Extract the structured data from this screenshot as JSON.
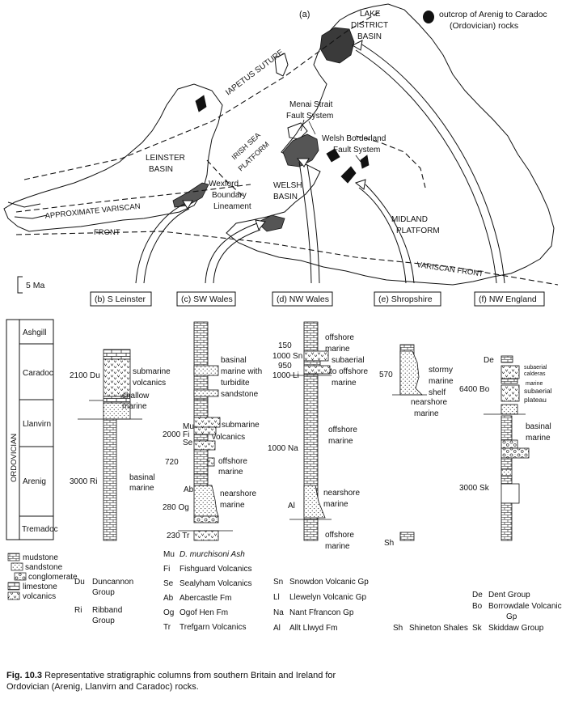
{
  "panel_label": "(a)",
  "map": {
    "legend_text": [
      "outcrop of Arenig to Caradoc",
      "(Ordovician) rocks"
    ],
    "labels": {
      "lake_district": [
        "LAKE",
        "DISTRICT",
        "BASIN"
      ],
      "iapetus": "IAPETUS SUTURE",
      "menai": [
        "Menai Strait",
        "Fault System"
      ],
      "welsh_borderland": [
        "Welsh Borderland",
        "Fault System"
      ],
      "irish_sea": [
        "IRISH SEA",
        "PLATFORM"
      ],
      "leinster": [
        "LEINSTER",
        "BASIN"
      ],
      "wexford": [
        "Wexford",
        "Boundary",
        "Lineament"
      ],
      "welsh_basin": [
        "WELSH",
        "BASIN"
      ],
      "approx_variscan": "APPROXIMATE VARISCAN",
      "front": "FRONT",
      "midland": [
        "MIDLAND",
        "PLATFORM"
      ],
      "variscan_front": "VARISCAN FRONT"
    }
  },
  "scale_label": "5 Ma",
  "column_boxes": [
    "(b) S Leinster",
    "(c) SW Wales",
    "(d) NW Wales",
    "(e) Shropshire",
    "(f) NW England"
  ],
  "stratigraphy": {
    "system": "ORDOVICIAN",
    "stages": [
      "Ashgill",
      "Caradoc",
      "Llanvirn",
      "Arenig",
      "Tremadoc"
    ]
  },
  "columns": {
    "b": {
      "thicknesses": [
        "2100 Du",
        "3000 Ri"
      ],
      "notes": [
        [
          "submarine",
          "volcanics"
        ],
        [
          "shallow",
          "marine"
        ],
        [
          "basinal",
          "marine"
        ]
      ]
    },
    "c": {
      "thicknesses": [
        "Mu",
        "2000 Fi",
        "Se",
        "720",
        "Ab",
        "280 Og",
        "230 Tr"
      ],
      "notes": [
        [
          "basinal",
          "marine with",
          "turbidite",
          "sandstone"
        ],
        [
          "submarine",
          "volcanics"
        ],
        [
          "offshore",
          "marine"
        ],
        [
          "nearshore",
          "marine"
        ]
      ]
    },
    "d": {
      "thicknesses": [
        "150",
        "1000 Sn",
        "950",
        "1000 Li",
        "1000 Na",
        "Al"
      ],
      "notes": [
        [
          "offshore",
          "marine"
        ],
        [
          "subaerial",
          "to offshore",
          "marine"
        ],
        [
          "offshore",
          "marine"
        ],
        [
          "nearshore",
          "marine"
        ],
        [
          "offshore",
          "marine"
        ]
      ]
    },
    "e": {
      "thicknesses": [
        "570",
        "Sh"
      ],
      "notes": [
        [
          "stormy",
          "marine",
          "shelf"
        ],
        [
          "nearshore",
          "marine"
        ]
      ]
    },
    "f": {
      "thicknesses": [
        "De",
        "6400 Bo",
        "3000 Sk"
      ],
      "notes": [
        [
          "subaerial",
          "calderas",
          "marine"
        ],
        [
          "subaerial",
          "plateau"
        ],
        [
          "basinal",
          "marine"
        ]
      ]
    }
  },
  "lithology_legend": [
    "mudstone",
    "sandstone",
    "conglomerate",
    "limestone",
    "volcanics"
  ],
  "abbrev_key": {
    "b": [
      [
        "Du",
        "Duncannon"
      ],
      [
        "",
        "Group"
      ],
      [
        "Ri",
        "Ribband"
      ],
      [
        "",
        "Group"
      ]
    ],
    "c": [
      [
        "Mu",
        "D. murchisoni Ash"
      ],
      [
        "Fi",
        "Fishguard Volcanics"
      ],
      [
        "Se",
        "Sealyham Volcanics"
      ],
      [
        "Ab",
        "Abercastle Fm"
      ],
      [
        "Og",
        "Ogof Hen Fm"
      ],
      [
        "Tr",
        "Trefgarn Volcanics"
      ]
    ],
    "d": [
      [
        "Sn",
        "Snowdon Volcanic Gp"
      ],
      [
        "Ll",
        "Llewelyn Volcanic Gp"
      ],
      [
        "Na",
        "Nant Ffrancon Gp"
      ],
      [
        "Al",
        "Allt Llwyd Fm"
      ]
    ],
    "e": [
      [
        "Sh",
        "Shineton Shales"
      ]
    ],
    "f": [
      [
        "De",
        "Dent Group"
      ],
      [
        "Bo",
        "Borrowdale Volcanic"
      ],
      [
        "",
        "Gp"
      ],
      [
        "Sk",
        "Skiddaw Group"
      ]
    ]
  },
  "caption": {
    "label": "Fig. 10.3",
    "text": "Representative stratigraphic columns from southern Britain and Ireland for Ordovician (Arenig, Llanvirn and Caradoc) rocks."
  }
}
